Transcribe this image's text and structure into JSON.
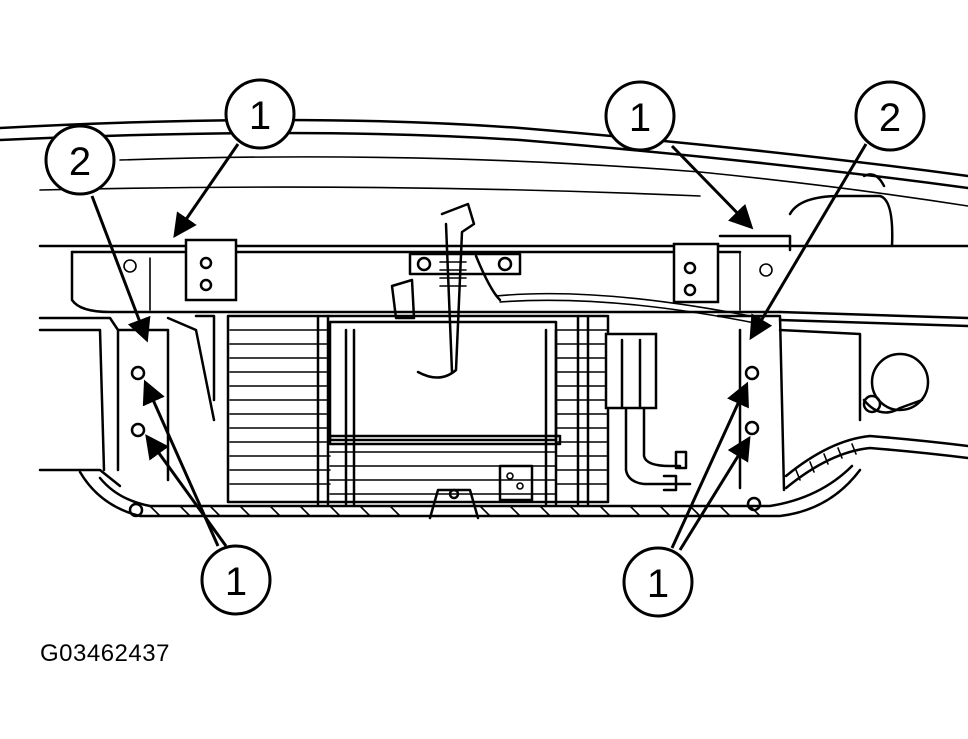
{
  "figure_id": "G03462437",
  "callouts": [
    {
      "label": "1"
    },
    {
      "label": "2"
    },
    {
      "label": "1"
    },
    {
      "label": "2"
    },
    {
      "label": "1"
    },
    {
      "label": "1"
    }
  ],
  "colors": {
    "ink": "#000000",
    "background": "#ffffff"
  }
}
